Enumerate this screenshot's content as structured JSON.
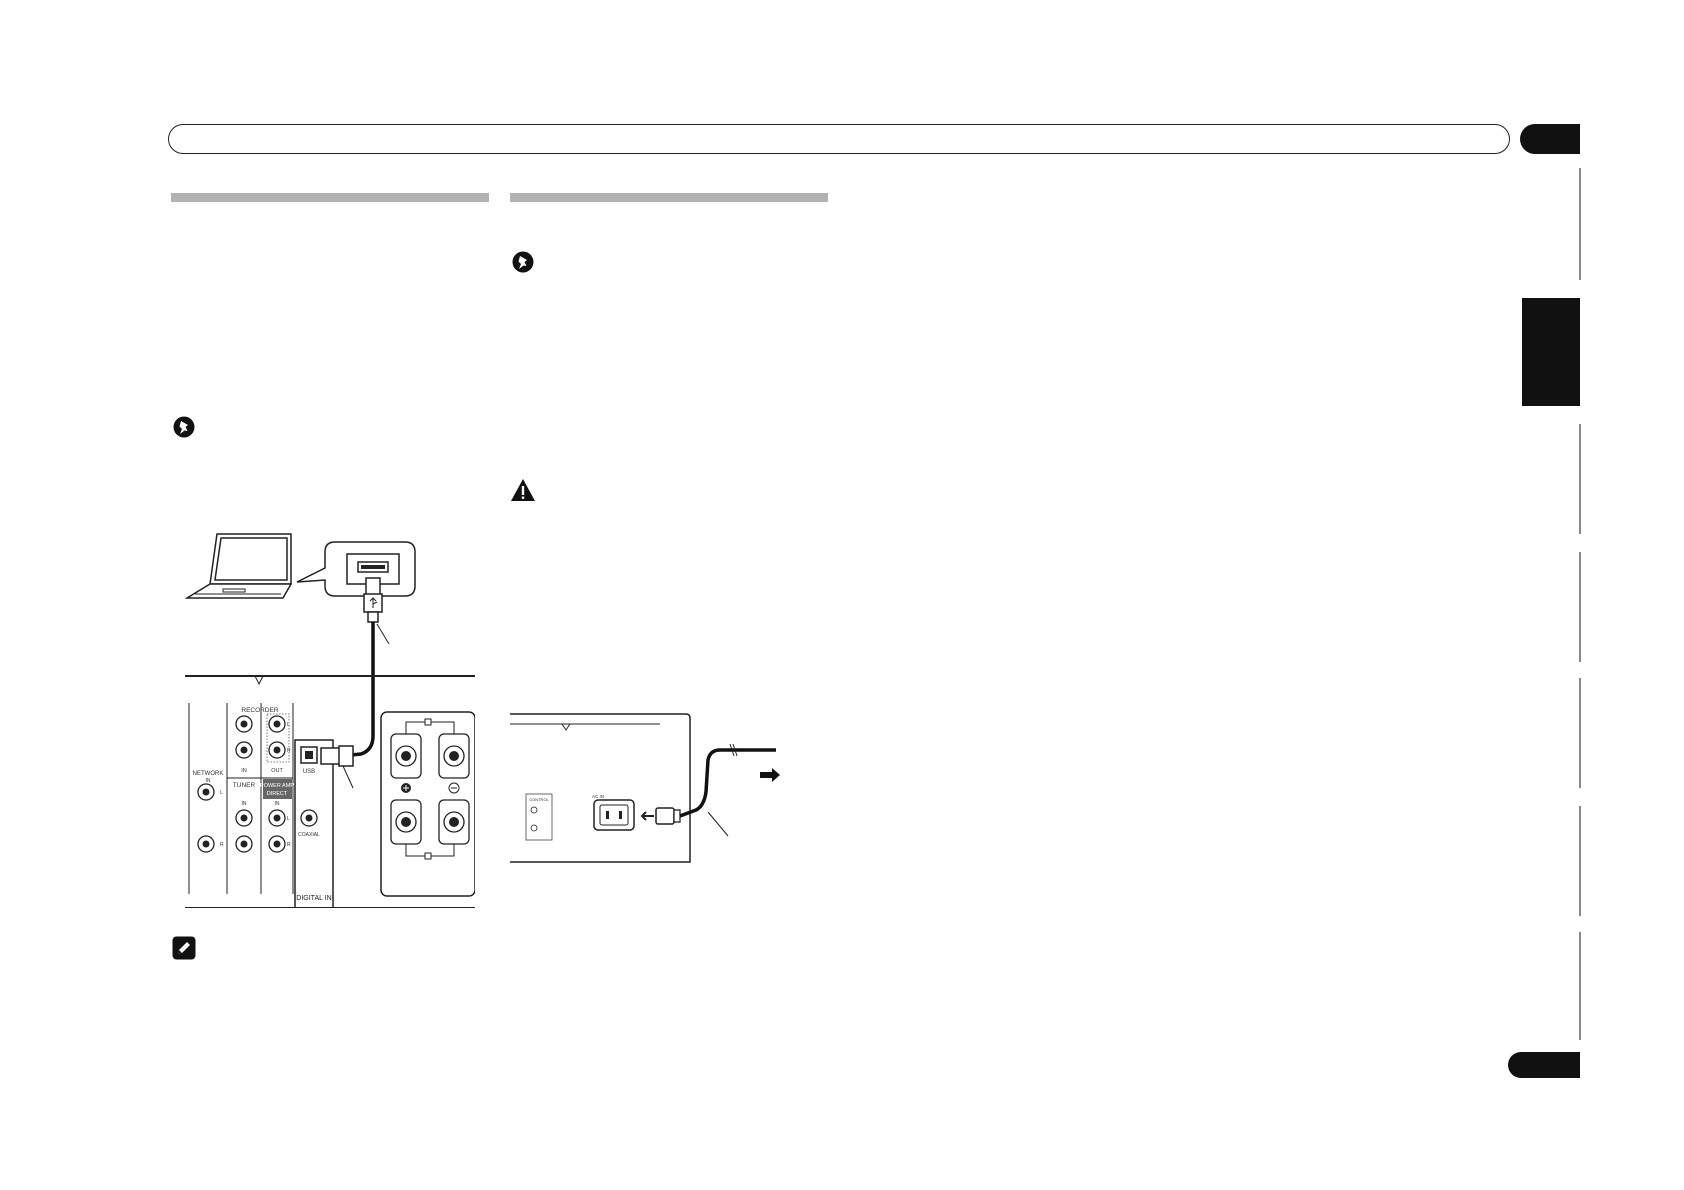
{
  "back_panel": {
    "recorder": "RECORDER",
    "network": "NETWORK",
    "network_in": "IN",
    "tuner": "TUNER",
    "power_amp_direct_1": "POWER AMP",
    "power_amp_direct_2": "DIRECT",
    "in": "IN",
    "in2": "IN",
    "in3": "IN",
    "out": "OUT",
    "usb": "USB",
    "coaxial": "COAXIAL",
    "digital_in": "DIGITAL IN",
    "l": "L",
    "r": "R",
    "l2": "L",
    "r2": "R",
    "l3": "L",
    "r3": "R"
  },
  "power_panel": {
    "ac_in": "AC IN",
    "control": "CONTROL"
  },
  "icons": {
    "important_1": "important-icon",
    "important_2": "important-icon",
    "caution": "caution-triangle-icon",
    "note": "note-pencil-icon"
  }
}
